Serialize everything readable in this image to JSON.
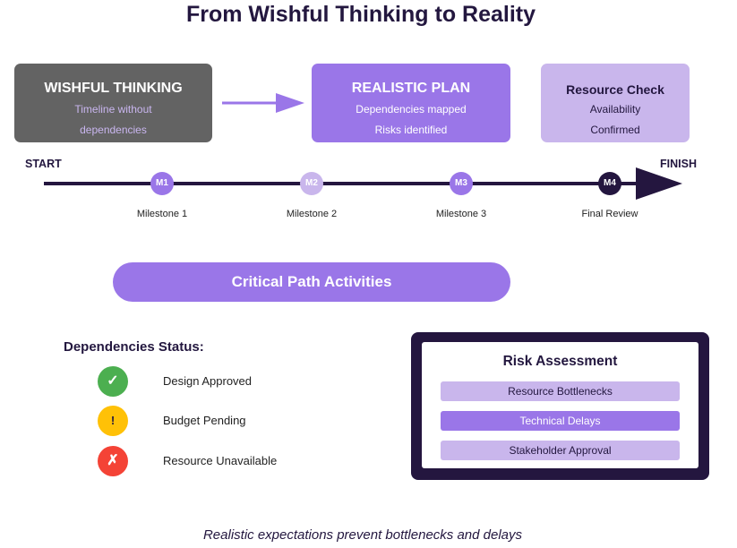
{
  "title": "From Wishful Thinking to Reality",
  "boxes": {
    "wishful": {
      "heading": "WISHFUL THINKING",
      "line1": "Timeline without",
      "line2": "dependencies"
    },
    "plan": {
      "heading": "REALISTIC PLAN",
      "line1": "Dependencies mapped",
      "line2": "Risks identified"
    },
    "resource": {
      "heading": "Resource Check",
      "line1": "Availability",
      "line2": "Confirmed"
    }
  },
  "timeline": {
    "start": "START",
    "finish": "FINISH",
    "milestones": [
      {
        "badge": "M1",
        "label": "Milestone 1",
        "color": "#9a76e8"
      },
      {
        "badge": "M2",
        "label": "Milestone 2",
        "color": "#c9b6ec"
      },
      {
        "badge": "M3",
        "label": "Milestone 3",
        "color": "#9a76e8"
      },
      {
        "badge": "M4",
        "label": "Final Review",
        "color": "#24163f"
      }
    ]
  },
  "critical_path": "Critical Path Activities",
  "dependencies": {
    "title": "Dependencies Status:",
    "items": [
      {
        "icon": "✓",
        "icon_name": "check-icon",
        "label": "Design Approved",
        "color": "#4caf50"
      },
      {
        "icon": "!",
        "icon_name": "warning-icon",
        "label": "Budget Pending",
        "color": "#ffc107"
      },
      {
        "icon": "✗",
        "icon_name": "cross-icon",
        "label": "Resource Unavailable",
        "color": "#f44336"
      }
    ]
  },
  "risk": {
    "title": "Risk Assessment",
    "items": [
      {
        "label": "Resource Bottlenecks",
        "color": "#c9b6ec"
      },
      {
        "label": "Technical Delays",
        "color": "#9a76e8"
      },
      {
        "label": "Stakeholder Approval",
        "color": "#c9b6ec"
      }
    ]
  },
  "footer": "Realistic expectations prevent bottlenecks and delays",
  "colors": {
    "dark": "#24163f",
    "accent": "#9a76e8",
    "light": "#c9b6ec",
    "gray": "#636363"
  }
}
